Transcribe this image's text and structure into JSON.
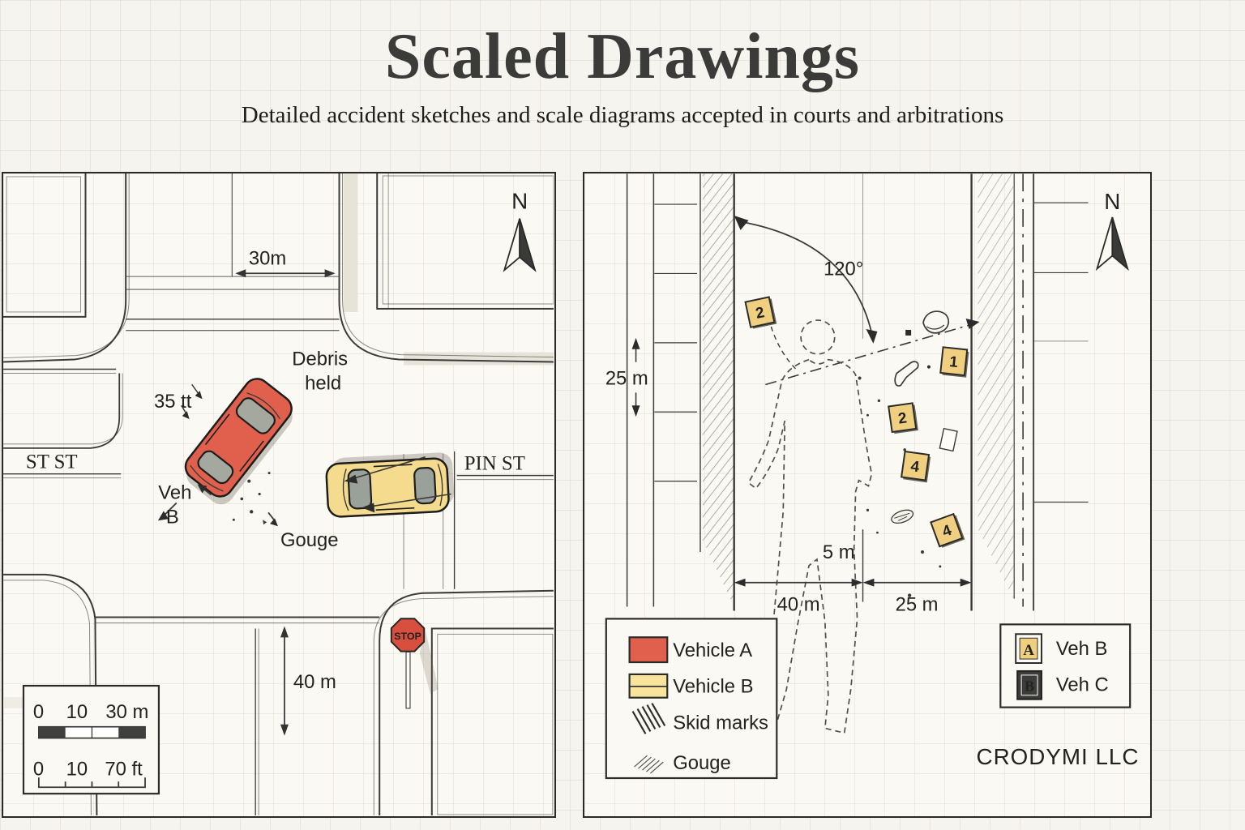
{
  "header": {
    "title": "Scaled Drawings",
    "subtitle": "Detailed accident sketches and scale diagrams accepted in courts and arbitrations"
  },
  "left_panel": {
    "compass_n": "N",
    "dim_width": "30m",
    "dim_height": "40 m",
    "street_west": "ST ST",
    "street_east": "PIN ST",
    "debris_line1": "Debris",
    "debris_line2": "held",
    "skid_length": "35 tt",
    "veh_b_line1": "Veh",
    "veh_b_line2": "B",
    "gouge_label": "Gouge",
    "stop_sign": "STOP",
    "scale_m": {
      "t0": "0",
      "t1": "10",
      "t2": "30 m"
    },
    "scale_ft": {
      "t0": "0",
      "t1": "10",
      "t2": "70 ft"
    }
  },
  "right_panel": {
    "compass_n": "N",
    "impact_angle": "120°",
    "dim_left": "25 m",
    "dim_gap": "5 m",
    "dim_road_a": "40 m",
    "dim_road_b": "25 m",
    "marker_top": "2",
    "marker_one": "1",
    "marker_two": "2",
    "marker_four_a": "4",
    "marker_four_b": "4",
    "company": "CRODYMI LLC",
    "legend": {
      "vehicle_a": "Vehicle A",
      "vehicle_b": "Vehicle B",
      "skid": "Skid marks",
      "gouge": "Gouge"
    },
    "tag_legend": {
      "tag_a": "A",
      "tag_a_label": "Veh B",
      "tag_b": "B",
      "tag_b_label": "Veh C"
    }
  },
  "colors": {
    "vehicle_a": "#e0604d",
    "vehicle_b": "#f5db8e",
    "stop_red": "#d94f3f",
    "tag_yellow": "#f0d080",
    "ink": "#2c2c2c"
  }
}
